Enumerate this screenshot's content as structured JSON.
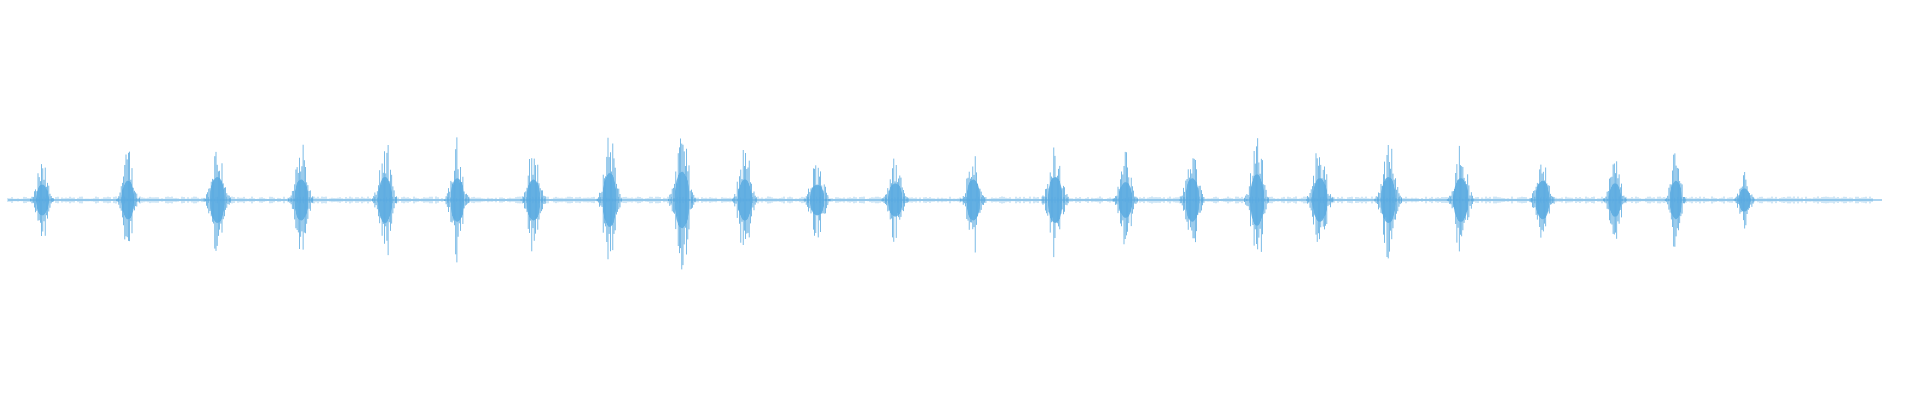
{
  "waveform": {
    "color": "#5aaae0",
    "background": "#ffffff",
    "duration_fraction_filled": 0.976,
    "bursts": [
      {
        "center": 0.018,
        "width": 0.012,
        "amplitude": 0.12
      },
      {
        "center": 0.063,
        "width": 0.012,
        "amplitude": 0.15
      },
      {
        "center": 0.11,
        "width": 0.014,
        "amplitude": 0.18
      },
      {
        "center": 0.154,
        "width": 0.013,
        "amplitude": 0.16
      },
      {
        "center": 0.198,
        "width": 0.013,
        "amplitude": 0.18
      },
      {
        "center": 0.236,
        "width": 0.013,
        "amplitude": 0.17
      },
      {
        "center": 0.276,
        "width": 0.013,
        "amplitude": 0.16
      },
      {
        "center": 0.316,
        "width": 0.013,
        "amplitude": 0.21
      },
      {
        "center": 0.354,
        "width": 0.014,
        "amplitude": 0.22
      },
      {
        "center": 0.387,
        "width": 0.013,
        "amplitude": 0.16
      },
      {
        "center": 0.425,
        "width": 0.014,
        "amplitude": 0.12
      },
      {
        "center": 0.466,
        "width": 0.014,
        "amplitude": 0.13
      },
      {
        "center": 0.507,
        "width": 0.013,
        "amplitude": 0.16
      },
      {
        "center": 0.55,
        "width": 0.014,
        "amplitude": 0.18
      },
      {
        "center": 0.587,
        "width": 0.013,
        "amplitude": 0.14
      },
      {
        "center": 0.622,
        "width": 0.013,
        "amplitude": 0.17
      },
      {
        "center": 0.656,
        "width": 0.013,
        "amplitude": 0.2
      },
      {
        "center": 0.689,
        "width": 0.014,
        "amplitude": 0.17
      },
      {
        "center": 0.725,
        "width": 0.014,
        "amplitude": 0.18
      },
      {
        "center": 0.763,
        "width": 0.014,
        "amplitude": 0.17
      },
      {
        "center": 0.806,
        "width": 0.013,
        "amplitude": 0.15
      },
      {
        "center": 0.844,
        "width": 0.012,
        "amplitude": 0.13
      },
      {
        "center": 0.876,
        "width": 0.011,
        "amplitude": 0.15
      },
      {
        "center": 0.912,
        "width": 0.011,
        "amplitude": 0.09
      }
    ]
  }
}
